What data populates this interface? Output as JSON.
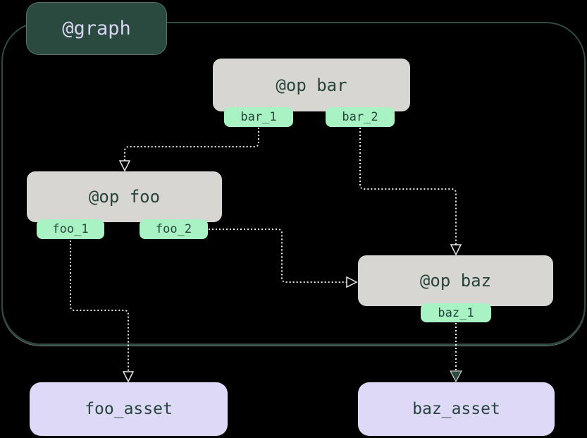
{
  "diagram": {
    "graph_label": "@graph",
    "ops": [
      {
        "id": "bar",
        "label": "@op bar",
        "outputs": [
          "bar_1",
          "bar_2"
        ]
      },
      {
        "id": "foo",
        "label": "@op foo",
        "outputs": [
          "foo_1",
          "foo_2"
        ]
      },
      {
        "id": "baz",
        "label": "@op baz",
        "outputs": [
          "baz_1"
        ]
      }
    ],
    "assets": [
      {
        "label": "foo_asset"
      },
      {
        "label": "baz_asset"
      }
    ],
    "edges": [
      {
        "from": "bar_1",
        "to": "op foo"
      },
      {
        "from": "bar_2",
        "to": "op baz"
      },
      {
        "from": "foo_2",
        "to": "op baz"
      },
      {
        "from": "foo_1",
        "to": "foo_asset"
      },
      {
        "from": "baz_1",
        "to": "baz_asset"
      }
    ],
    "colors": {
      "background": "#000000",
      "graph_border": "#2c4b42",
      "graph_badge_bg": "#2a4a40",
      "graph_badge_text": "#d8d4f0",
      "op_node_bg": "#d8d6d3",
      "op_node_text": "#26443c",
      "output_tag_bg": "#a9f2c4",
      "asset_bg": "#ded9f6",
      "edge_stroke": "#e8e8e8"
    }
  }
}
